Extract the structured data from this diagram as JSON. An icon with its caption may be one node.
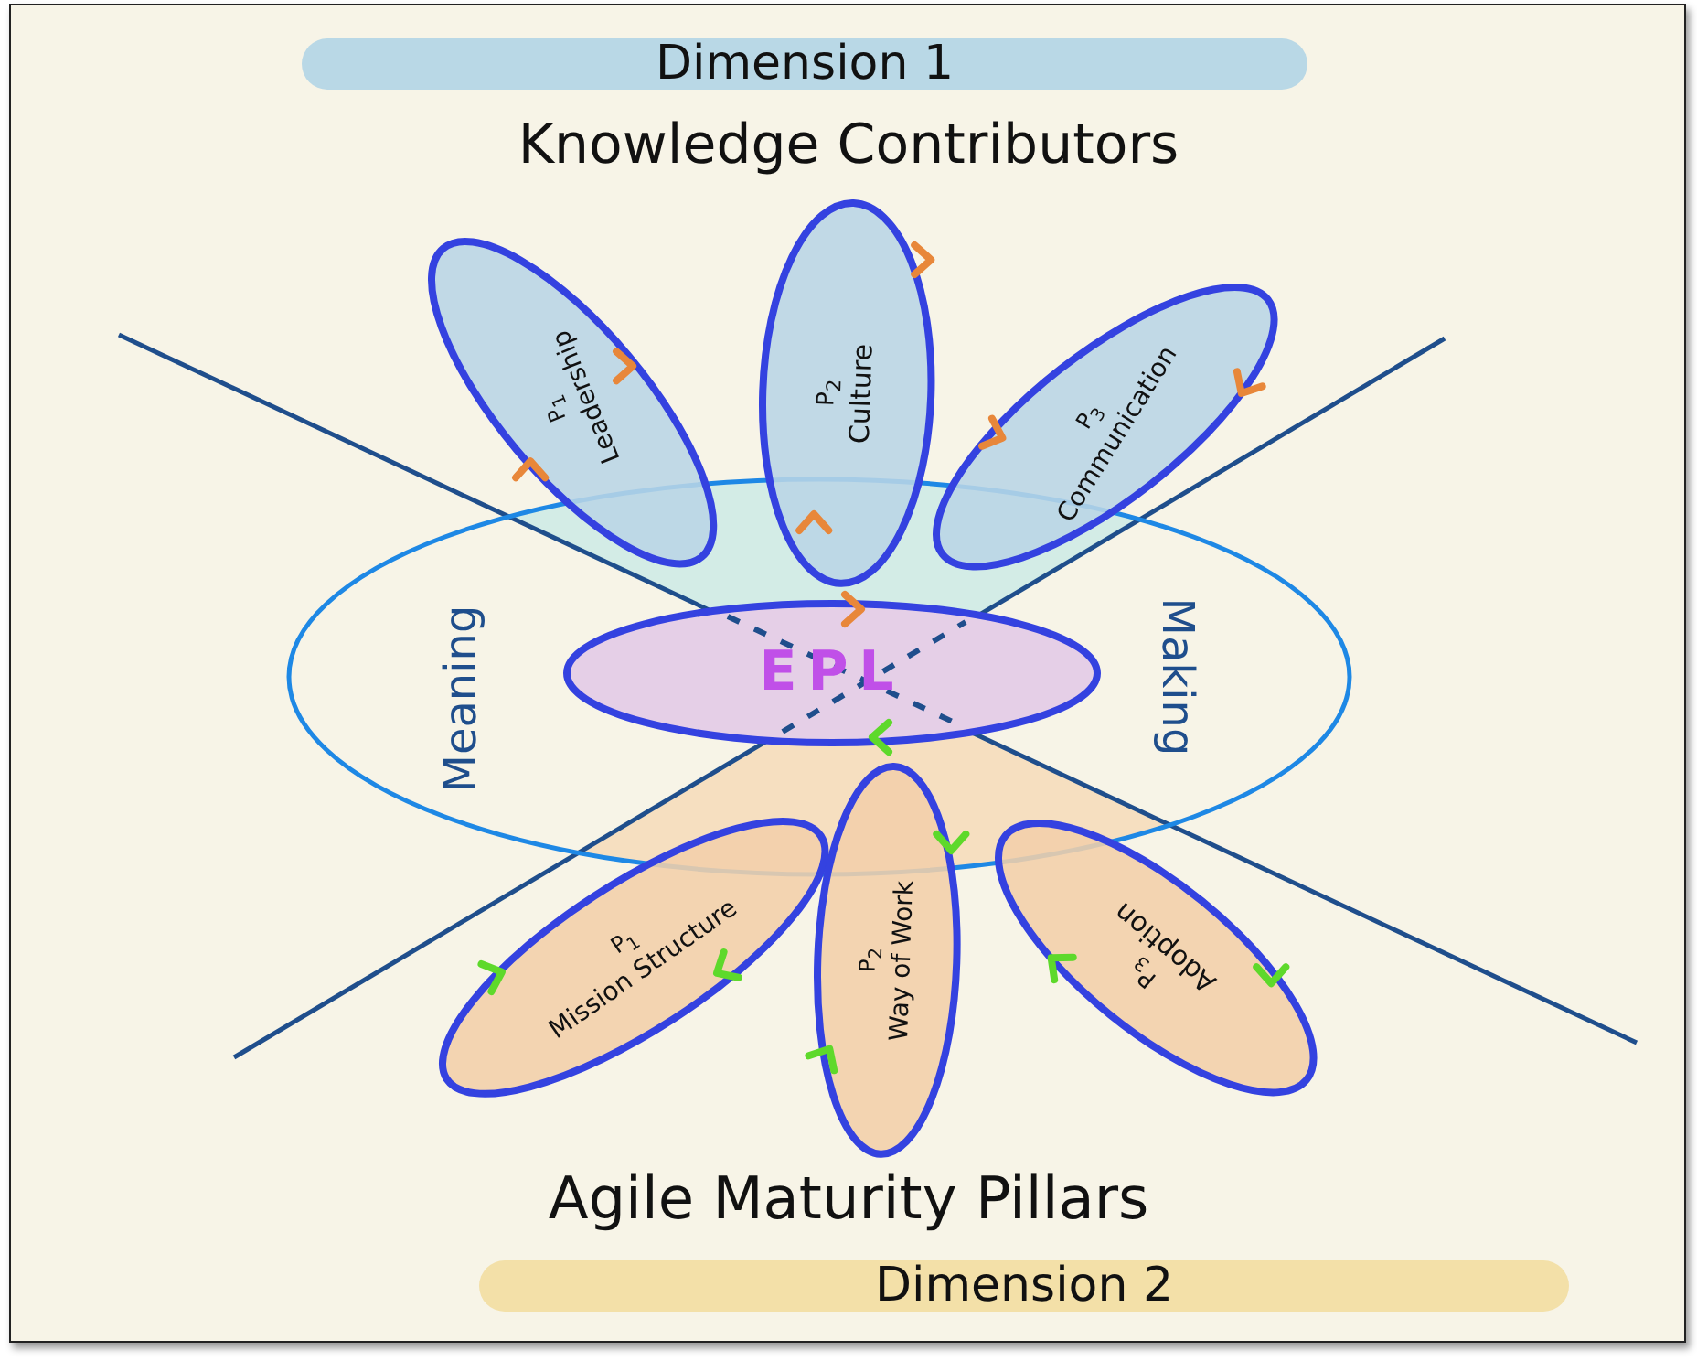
{
  "diagram": {
    "nodes": [
      {
        "text": [
          "Dimension 1"
        ]
      },
      {
        "text": [
          "P$_{1}$",
          "Leadership"
        ]
      },
      {
        "text": [
          "P$_{2}$",
          "Culture"
        ]
      },
      {
        "text": [
          "P$_{3}$",
          "Communication"
        ]
      },
      {
        "text": [
          "Meaning",
          "Making"
        ]
      },
      {
        "text": [
          "EPL"
        ],
        "in": 4
      },
      {
        "text": [
          "P$_{1}$",
          "Mission Structure"
        ]
      },
      {
        "text": [
          "P$_{2}$",
          "Way of Work"
        ]
      },
      {
        "text": [
          "P$_{3}$",
          "Adoption"
        ]
      },
      {
        "text": [
          "Dimension 2"
        ]
      }
    ],
    "labels": [
      "Knowledge Contributors",
      "Agile Maturity Pillars"
    ]
  }
}
